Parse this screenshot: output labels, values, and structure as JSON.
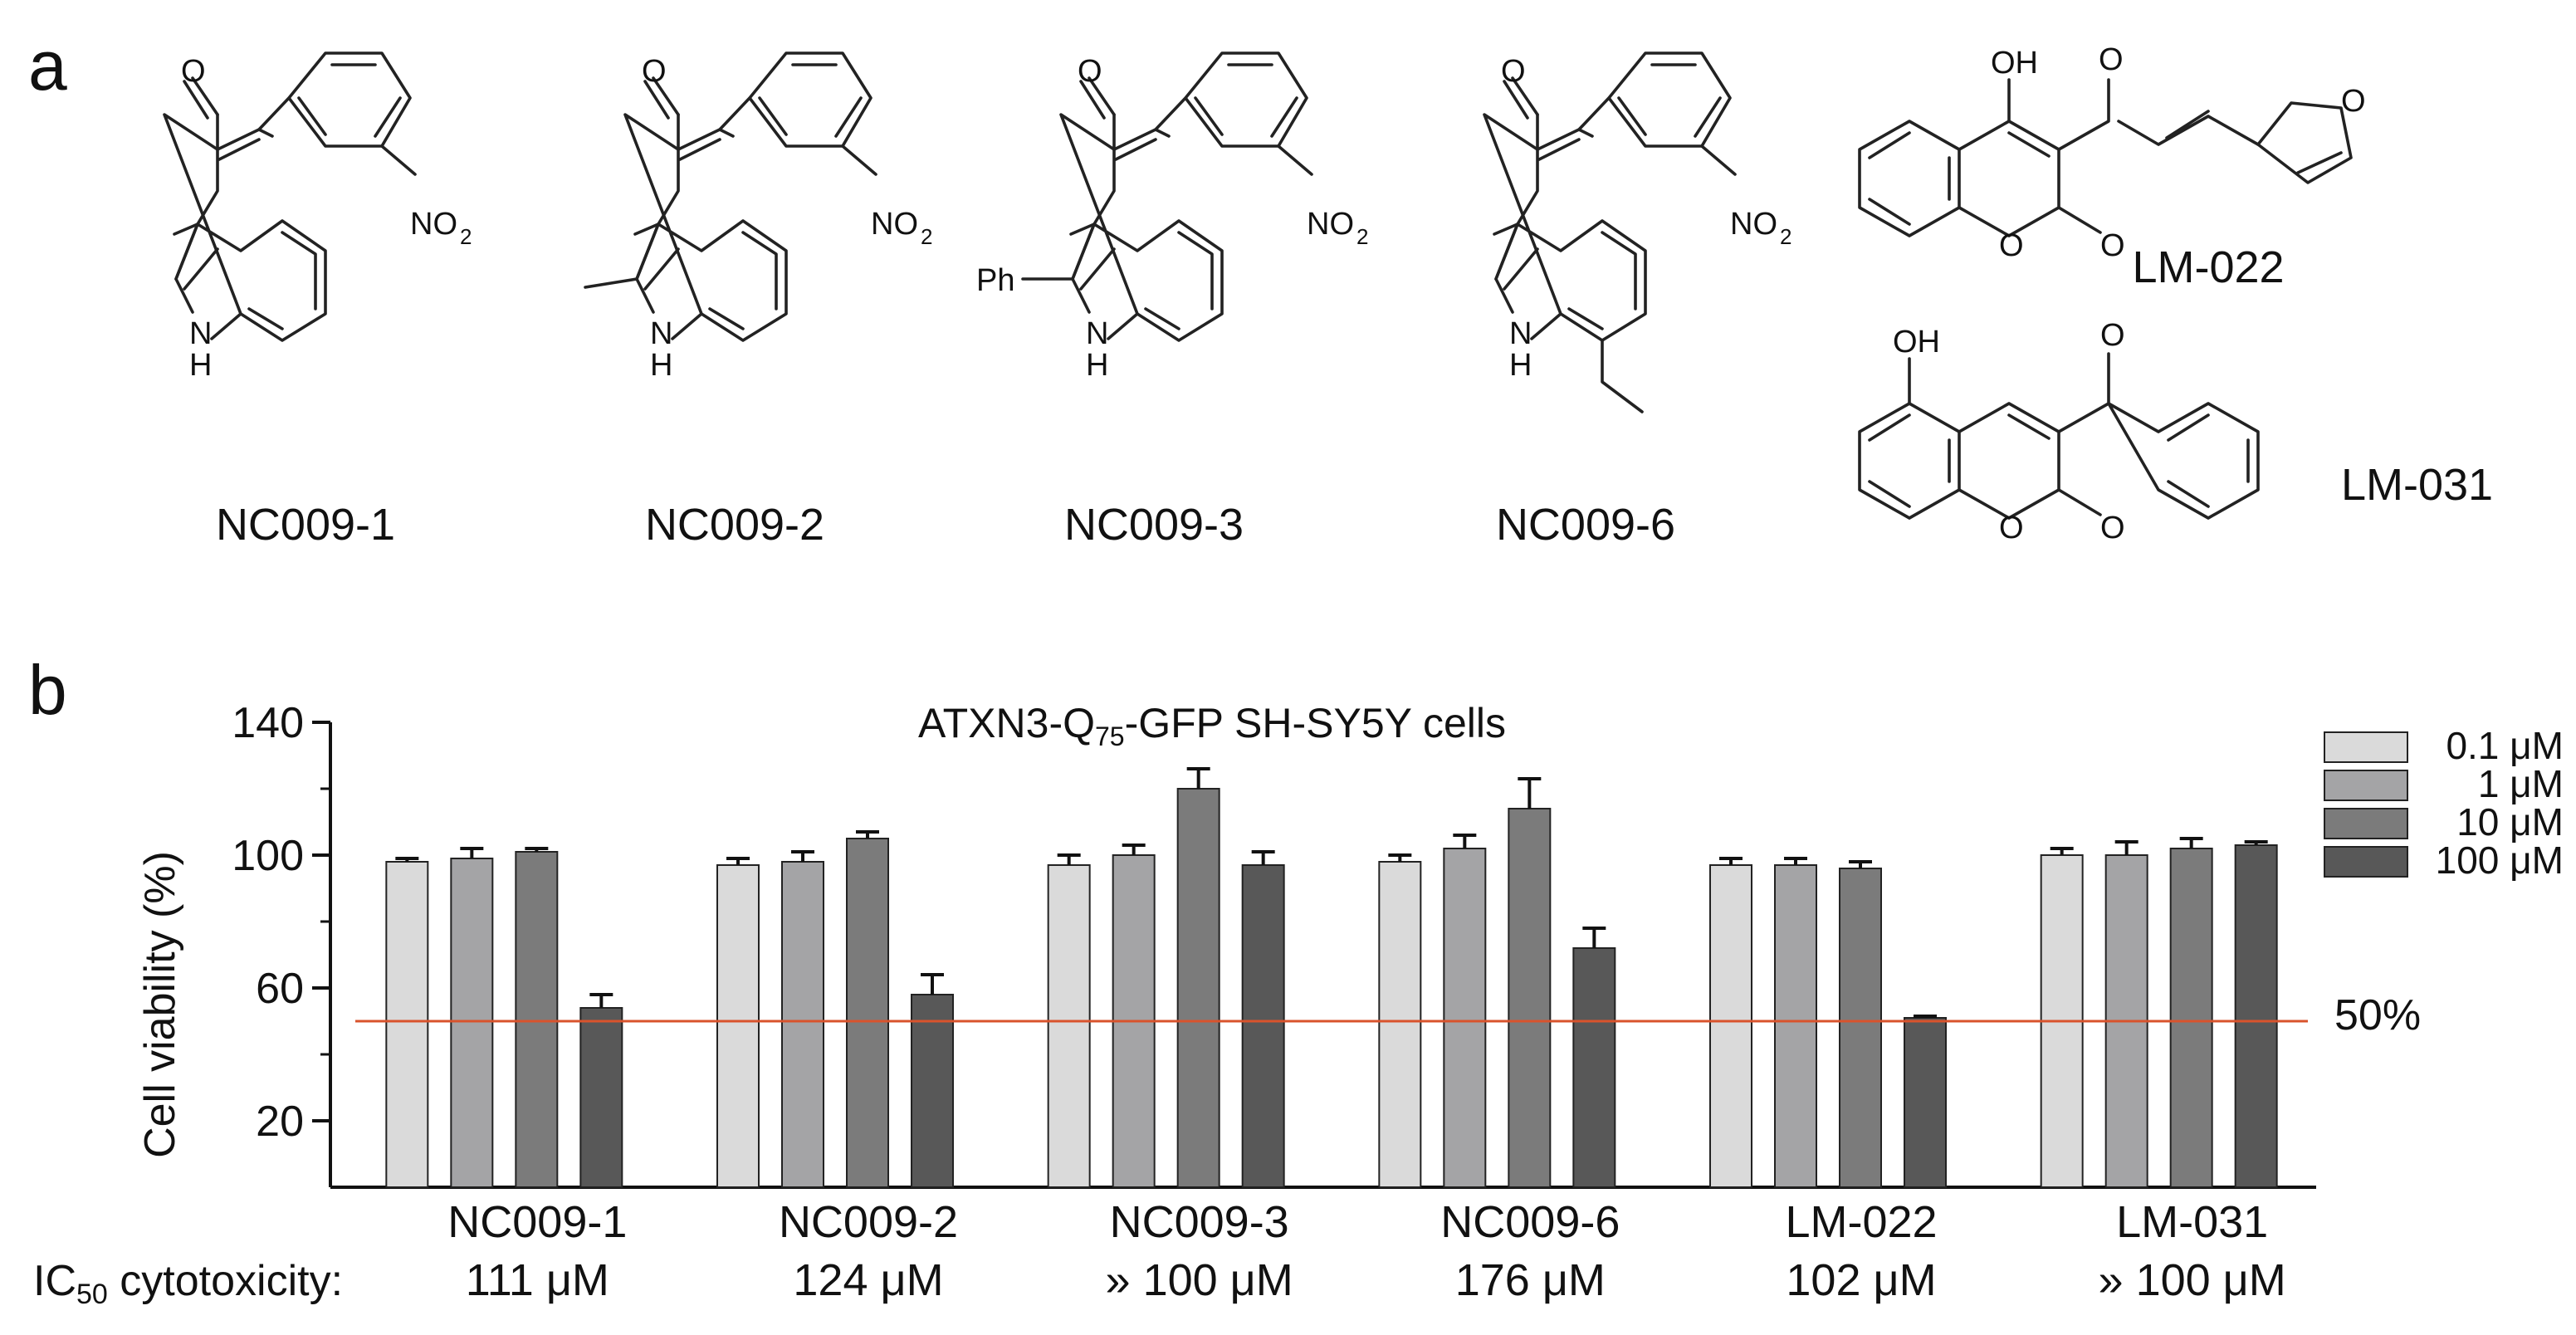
{
  "panel_a": {
    "letter": "a",
    "compounds": [
      {
        "name": "NC009-1",
        "substituent": "",
        "atoms": {
          "o": "O",
          "no2": "NO",
          "no2_sub": "2",
          "nh": "N",
          "h": "H"
        }
      },
      {
        "name": "NC009-2",
        "substituent": "",
        "atoms": {
          "o": "O",
          "no2": "NO",
          "no2_sub": "2",
          "nh": "N",
          "h": "H"
        }
      },
      {
        "name": "NC009-3",
        "substituent": "Ph",
        "atoms": {
          "o": "O",
          "no2": "NO",
          "no2_sub": "2",
          "nh": "N",
          "h": "H"
        }
      },
      {
        "name": "NC009-6",
        "substituent": "",
        "atoms": {
          "o": "O",
          "no2": "NO",
          "no2_sub": "2",
          "nh": "N",
          "h": "H"
        }
      }
    ],
    "lm022": {
      "name": "LM-022",
      "atoms": {
        "oh": "OH",
        "o_ketone": "O",
        "o_ring": "O",
        "o_lactone": "O",
        "o_furan": "O"
      }
    },
    "lm031": {
      "name": "LM-031",
      "atoms": {
        "oh": "OH",
        "o_ketone": "O",
        "o_ring": "O",
        "o_lactone": "O"
      }
    }
  },
  "panel_b": {
    "letter": "b",
    "threshold_label": "50%",
    "ic50": {
      "prefix_main": "IC",
      "prefix_sub": "50",
      "prefix_rest": " cytotoxicity:",
      "values": [
        "111 μM",
        "124 μM",
        "» 100 μM",
        "176 μM",
        "102 μM",
        "» 100 μM"
      ]
    }
  },
  "chart_data": {
    "type": "bar",
    "title_main": "ATXN3-Q",
    "title_sub": "75",
    "title_rest": "-GFP SH-SY5Y cells",
    "xlabel": "",
    "ylabel": "Cell viability  (%)",
    "ylim": [
      0,
      140
    ],
    "yticks": [
      20,
      60,
      100,
      140
    ],
    "ymin_ticks": [
      40,
      80,
      120
    ],
    "threshold": 50,
    "threshold_color": "#d9532c",
    "grid": false,
    "legend_position": "top-right",
    "categories": [
      "NC009-1",
      "NC009-2",
      "NC009-3",
      "NC009-6",
      "LM-022",
      "LM-031"
    ],
    "series": [
      {
        "name": "0.1 μM",
        "color": "#dadada",
        "values": [
          98,
          97,
          97,
          98,
          97,
          100
        ],
        "errors": [
          1,
          2,
          3,
          2,
          2,
          2
        ]
      },
      {
        "name": "1 μM",
        "color": "#a4a4a6",
        "values": [
          99,
          98,
          100,
          102,
          97,
          100
        ],
        "errors": [
          3,
          3,
          3,
          4,
          2,
          4
        ]
      },
      {
        "name": "10 μM",
        "color": "#7b7b7b",
        "values": [
          101,
          105,
          120,
          114,
          96,
          102
        ],
        "errors": [
          1,
          2,
          6,
          9,
          2,
          3
        ]
      },
      {
        "name": "100 μM",
        "color": "#585858",
        "values": [
          54,
          58,
          97,
          72,
          51,
          103
        ],
        "errors": [
          4,
          6,
          4,
          6,
          0.5,
          1
        ]
      }
    ]
  }
}
